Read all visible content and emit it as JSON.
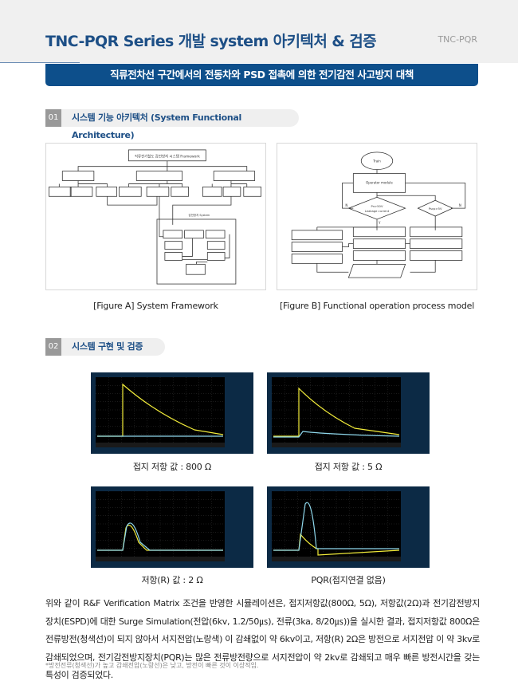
{
  "header": {
    "title": "TNC-PQR Series 개발 system 아키텍처 & 검증",
    "tag": "TNC-PQR"
  },
  "banner": "직류전차선 구간에서의 전동차와 PSD 접촉에 의한 전기감전 사고방지 대책",
  "section1": {
    "num": "01",
    "label": "시스템 기능 아키텍처 (System Functional Architecture)"
  },
  "figA": {
    "caption": "[Figure A] System Framework",
    "root": "직류전기철도 감전방지 시스템 Framework",
    "system": "감전방지 System"
  },
  "figB": {
    "caption": "[Figure B] Functional operation process model",
    "start": "Train",
    "operator": "Operator module",
    "cond1": "Pn>50V",
    "cond1b": "Leakage current",
    "cond2": "Pscp>5V",
    "yes": "Y",
    "no": "N"
  },
  "section2": {
    "num": "02",
    "label": "시스템 구현 및 검증"
  },
  "scopes": [
    {
      "caption": "접지 저항 값 : 800 Ω"
    },
    {
      "caption": "접지 저항 값 : 5 Ω"
    },
    {
      "caption": "저항(R) 값 : 2 Ω"
    },
    {
      "caption": "PQR(접지연결 없음)"
    }
  ],
  "colors": {
    "voltage": "#f2ec3a",
    "current": "#8fd8ec",
    "brand": "#0d4f8b"
  },
  "body": "위와 같이 R&F Verification Matrix 조건을 반영한 시뮬레이션은, 접지저항값(800Ω, 5Ω), 저항값(2Ω)과 전기감전방지장치(ESPD)에 대한 Surge Simulation(전압(6kv, 1.2/50㎲), 전류(3ka, 8/20㎲))을 실시한 결과, 접지저항값 800Ω은 전류방전(청색선)이 되지 않아서 서지전압(노랑색) 이 감쇄없이 약 6kv이고, 저항(R) 2Ω은 방전으로 서지전압 이 약 3kv로 감쇄되었으며, 전기감전방지장치(PQR)는 많은 전류방전량으로 서지전압이 약 2kv로 감쇄되고 매우 빠른 방전시간을 갖는 특성이 검증되었다.",
  "note": "*방전전류(청색선)가 높고 감쇄전압(노랑선)은 낮고, 방전이 빠른 것이 이상적임."
}
